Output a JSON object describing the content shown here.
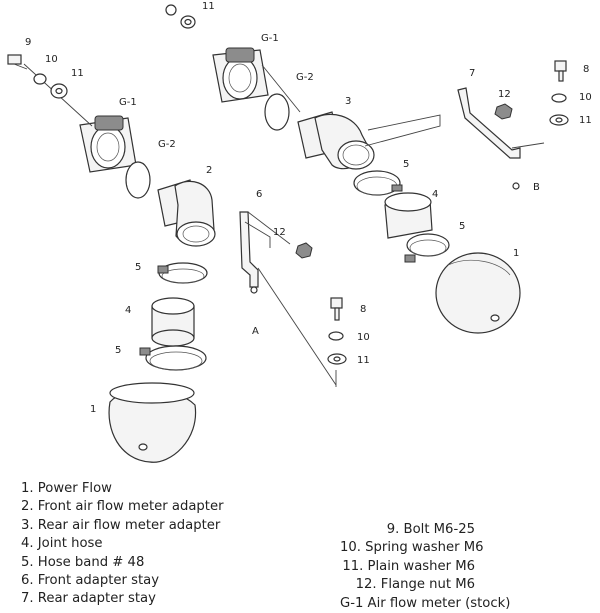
{
  "callouts": {
    "g1_top": "G-1",
    "g2_top": "G-2",
    "g1_left": "G-1",
    "g2_left": "G-2",
    "n1_right": "1",
    "n1_left": "1",
    "n2": "2",
    "n3": "3",
    "n4_right": "4",
    "n4_left": "4",
    "n5_right_top": "5",
    "n5_right_bottom": "5",
    "n5_left_top": "5",
    "n5_left_bottom": "5",
    "n6": "6",
    "n7": "7",
    "n8_right": "8",
    "n8_mid": "8",
    "n9": "9",
    "n10_topleft": "10",
    "n10_right": "10",
    "n10_mid": "10",
    "n11_top": "11",
    "n11_topleft": "11",
    "n11_right": "11",
    "n11_mid": "11",
    "n12_right": "12",
    "n12_mid": "12",
    "point_a": "A",
    "point_b": "B"
  },
  "legend": {
    "left": [
      "1. Power Flow",
      "2. Front air flow meter adapter",
      "3. Rear air flow meter adapter",
      "4. Joint hose",
      "5. Hose band # 48",
      "6. Front adapter stay",
      "7. Rear adapter stay"
    ],
    "right": [
      "9. Bolt M6-25",
      "10. Spring washer M6",
      "11. Plain washer M6",
      "12. Flange nut M6",
      "G-1 Air flow meter (stock)"
    ]
  }
}
